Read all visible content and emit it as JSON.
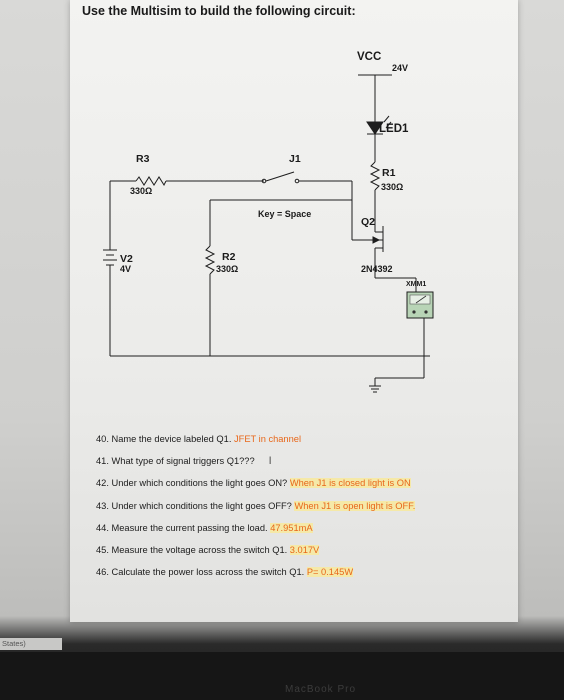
{
  "heading": "Use the Multisim to build the following circuit:",
  "circuit": {
    "vcc_label": "VCC",
    "vcc_value": "24V",
    "led_label": "LED1",
    "r1_label": "R1",
    "r1_value": "330Ω",
    "r3_label": "R3",
    "r3_value": "330Ω",
    "r2_label": "R2",
    "r2_value": "330Ω",
    "j1_label": "J1",
    "key_label": "Key = Space",
    "q2_label": "Q2",
    "v2_label": "V2",
    "v2_value": "4V",
    "transistor_model": "2N4392",
    "meter_label": "XMM1"
  },
  "questions": [
    {
      "q": "40. Name the device labeled Q1.",
      "a": "JFET in channel",
      "highlight": false
    },
    {
      "q": "41. What type of signal triggers Q1???",
      "a": "",
      "highlight": false
    },
    {
      "q": "42. Under which conditions the light goes ON?",
      "a": "When J1 is closed light is ON",
      "highlight": true
    },
    {
      "q": "43. Under which conditions the light goes OFF?",
      "a": "When J1 is open light is OFF.",
      "highlight": true
    },
    {
      "q": "44. Measure the current passing the load.",
      "a": "47.951mA",
      "highlight": true
    },
    {
      "q": "45. Measure the voltage across the switch Q1.",
      "a": "3.017V",
      "highlight": true
    },
    {
      "q": "46. Calculate the power loss across the switch Q1.",
      "a": "P= 0.145W",
      "highlight": true
    }
  ],
  "status_tab": "States)",
  "footer": "MacBook Pro"
}
